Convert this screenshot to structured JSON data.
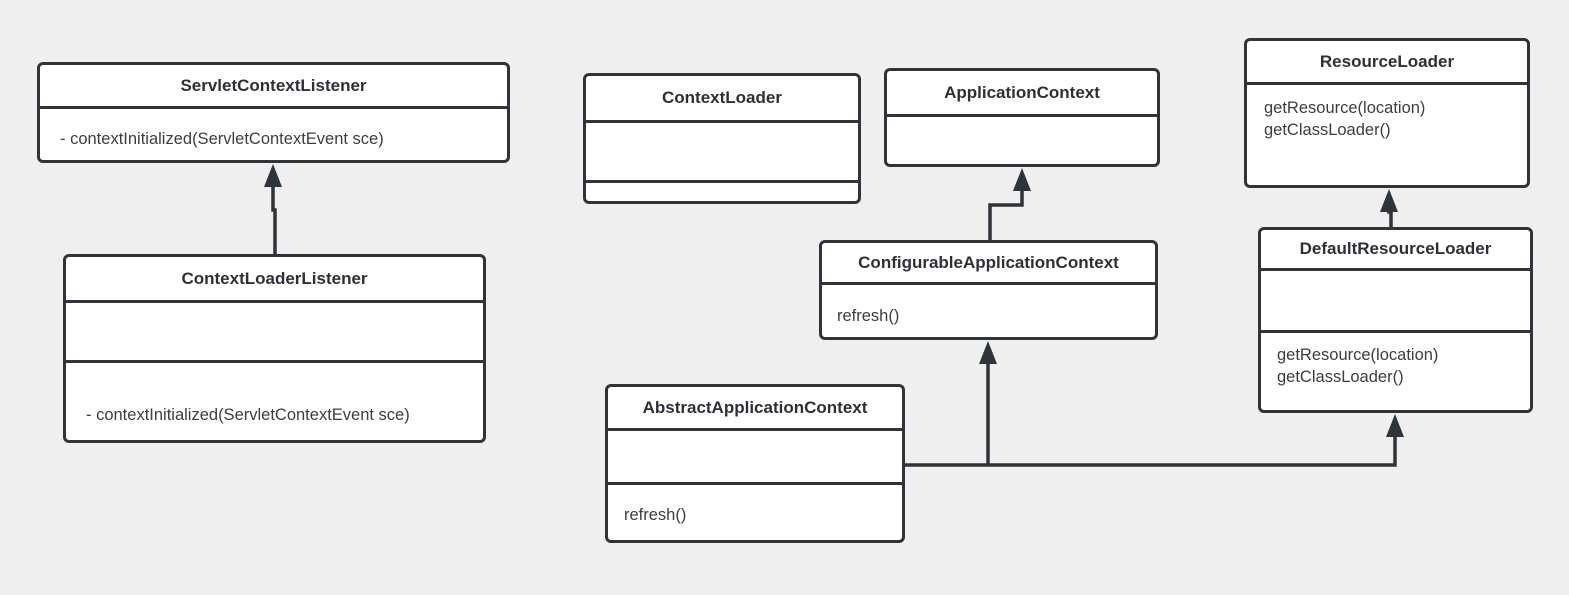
{
  "canvas": {
    "background_color": "#efefef",
    "stroke_color": "#2f343a",
    "box_fill_color": "#ffffff",
    "text_color": "#3a3e43"
  },
  "classes": [
    {
      "id": "servlet-context-listener",
      "name": "ServletContextListener",
      "methods": [
        "- contextInitialized(ServletContextEvent sce)"
      ]
    },
    {
      "id": "context-loader-listener",
      "name": "ContextLoaderListener",
      "methods": [
        "- contextInitialized(ServletContextEvent sce)"
      ]
    },
    {
      "id": "context-loader",
      "name": "ContextLoader",
      "methods": []
    },
    {
      "id": "application-context",
      "name": "ApplicationContext",
      "methods": []
    },
    {
      "id": "configurable-application-context",
      "name": "ConfigurableApplicationContext",
      "methods": [
        "refresh()"
      ]
    },
    {
      "id": "abstract-application-context",
      "name": "AbstractApplicationContext",
      "methods": [
        "refresh()"
      ]
    },
    {
      "id": "resource-loader",
      "name": "ResourceLoader",
      "methods": [
        "getResource(location)",
        "getClassLoader()"
      ]
    },
    {
      "id": "default-resource-loader",
      "name": "DefaultResourceLoader",
      "methods": [
        "getResource(location)",
        "getClassLoader()"
      ]
    }
  ],
  "relations": [
    {
      "from": "ContextLoaderListener",
      "to": "ServletContextListener",
      "type": "generalization-arrow"
    },
    {
      "from": "ConfigurableApplicationContext",
      "to": "ApplicationContext",
      "type": "generalization-arrow"
    },
    {
      "from": "AbstractApplicationContext",
      "to": "ConfigurableApplicationContext",
      "type": "generalization-arrow"
    },
    {
      "from": "AbstractApplicationContext",
      "to": "DefaultResourceLoader",
      "type": "generalization-arrow"
    },
    {
      "from": "DefaultResourceLoader",
      "to": "ResourceLoader",
      "type": "generalization-arrow"
    }
  ]
}
